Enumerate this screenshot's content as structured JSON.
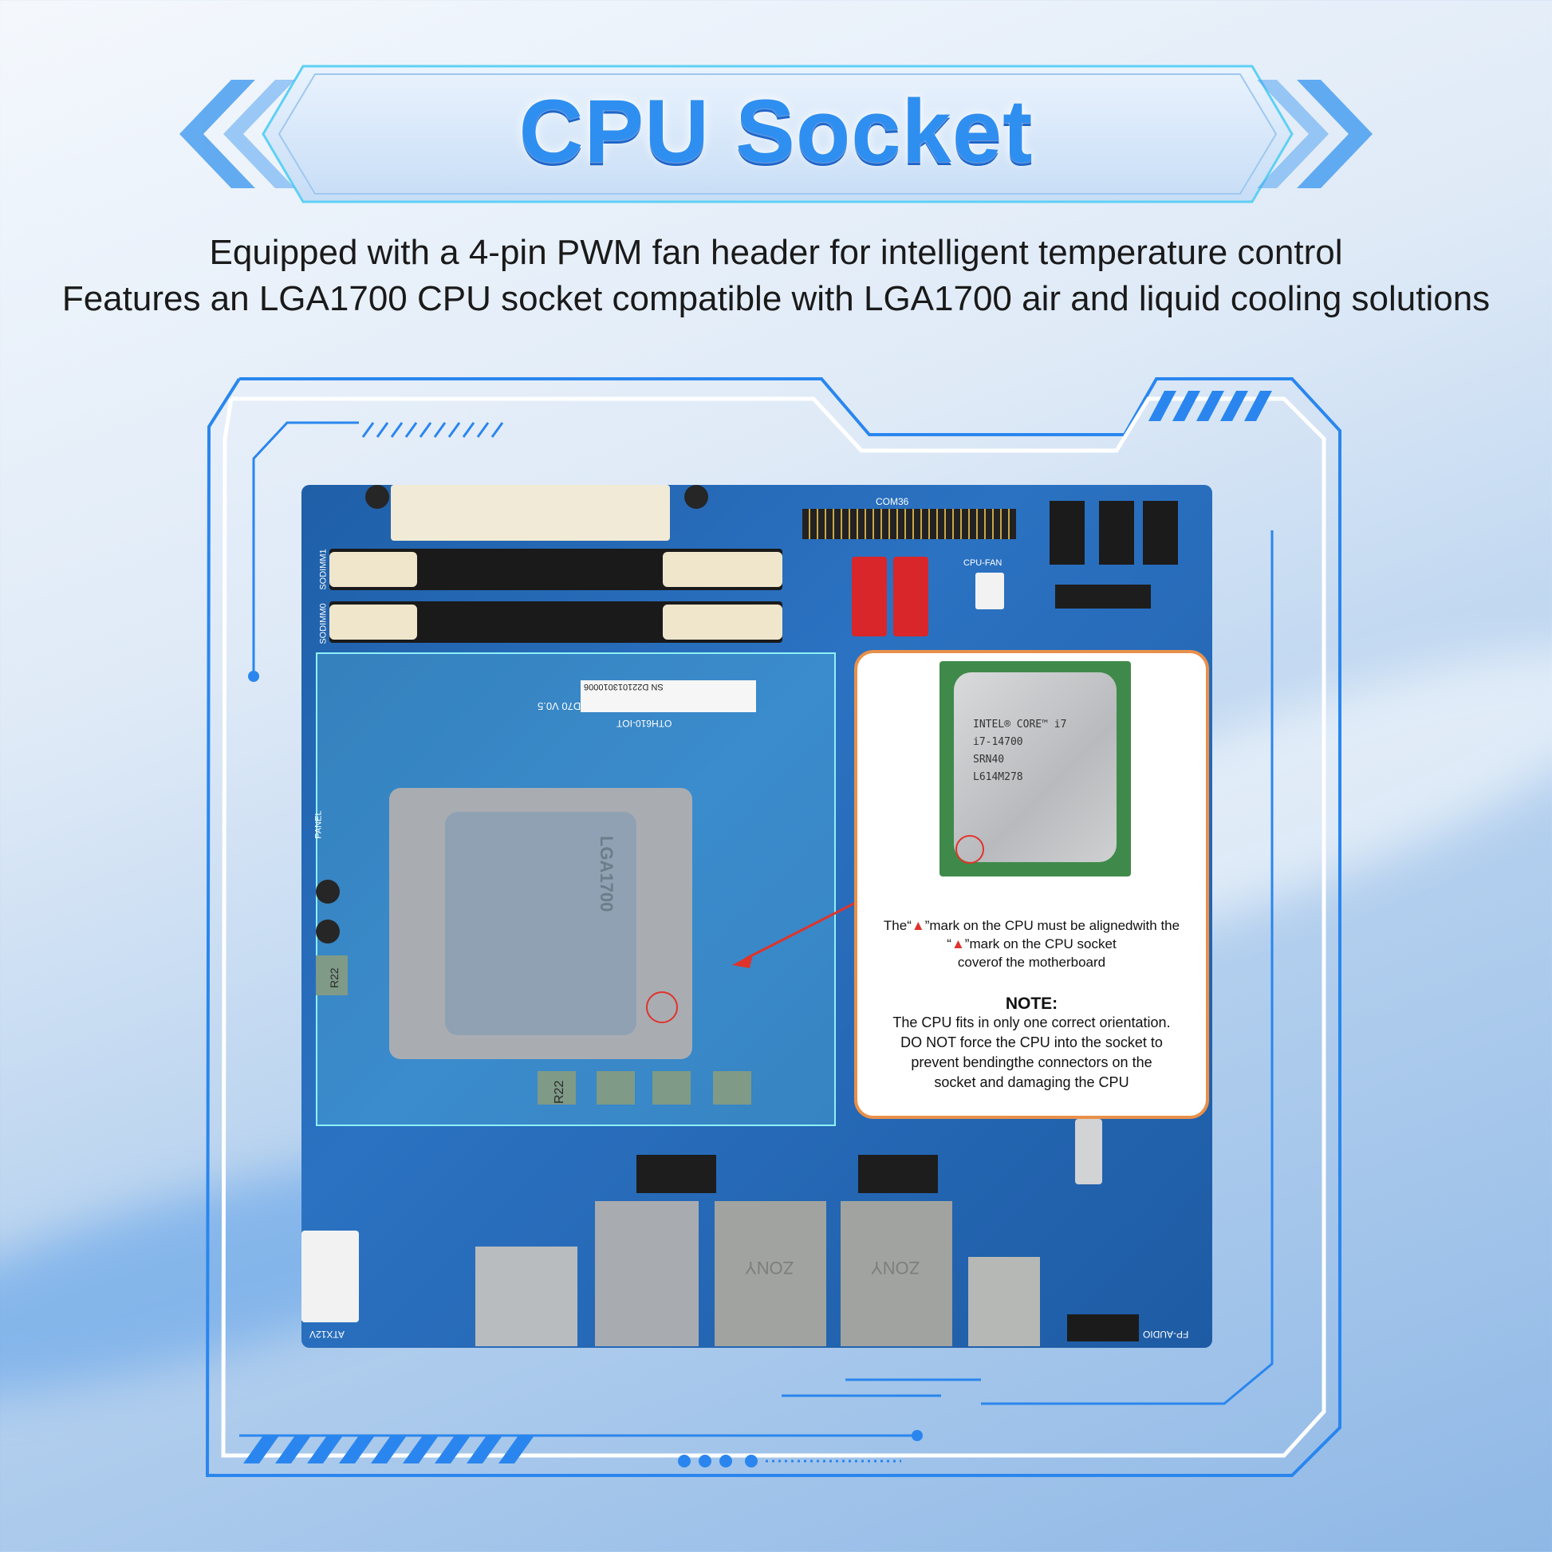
{
  "title": "CPU Socket",
  "subtitle_line1": "Equipped with a 4-pin PWM fan header for intelligent temperature control",
  "subtitle_line2": "Features an LGA1700 CPU socket compatible with LGA1700 air and liquid cooling solutions",
  "cpu_label": {
    "line1": "INTEL® CORE™ i7",
    "line2": "i7-14700",
    "line3": "SRN40",
    "line4": "L614M278"
  },
  "callout": {
    "align_prefix": "The“",
    "align_mid1": "”mark on the CPU must be alignedwith the",
    "align_prefix2": "“",
    "align_mid2": "”mark on the CPU socket",
    "align_end": "coverof the motherboard",
    "triangle": "▲",
    "note_heading": "NOTE:",
    "note_line1": "The CPU fits in only one correct orientation.",
    "note_line2": "DO NOT force the CPU into the socket to",
    "note_line3": "prevent bendingthe connectors on the",
    "note_line4": "socket and damaging the CPU"
  },
  "board_labels": {
    "sodimm1": "SODIMM1",
    "sodimm0": "SODIMM0",
    "com36": "COM36",
    "cpu_fan": "CPU-FAN",
    "panel": "PANEL",
    "socket_label": "LGA1700",
    "atx12v": "ATX12V",
    "fp_audio": "FP-AUDIO",
    "r22": "R22",
    "r22_rot": "R22",
    "rj45_a": "ZONY",
    "rj45_b": "ZONY",
    "model": "OTH610-IOT",
    "ver": "ALD70 V0.5",
    "sn": "SN D221013010006"
  },
  "colors": {
    "accent": "#2f8ff0",
    "board": "#2466b4",
    "callout_border": "#e8904a",
    "arrow": "#e0332b",
    "frame": "#2a86ee"
  }
}
